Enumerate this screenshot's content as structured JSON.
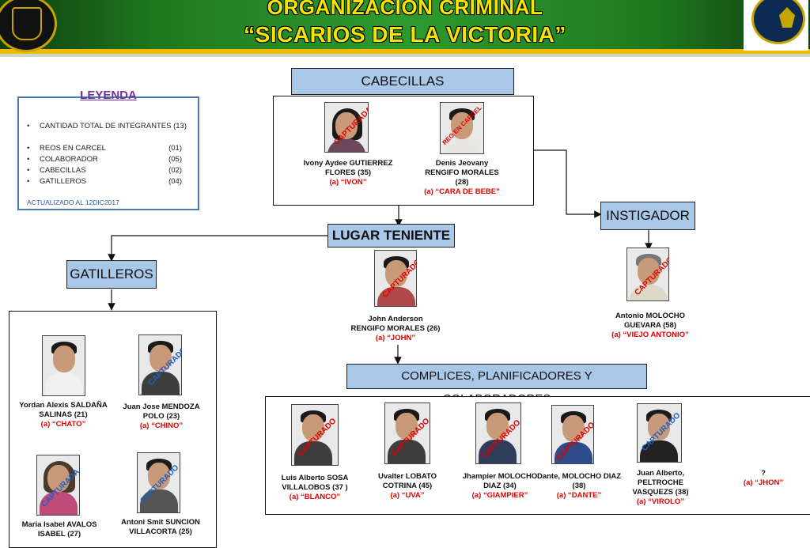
{
  "header": {
    "title_line1": "ORGANIZACION CRIMINAL",
    "title_line2": "“SICARIOS DE LA VICTORIA”"
  },
  "legend": {
    "title": "LEYENDA",
    "bullet": "•",
    "rows": [
      {
        "label": "CANTIDAD TOTAL DE INTEGRANTES (13)",
        "value": ""
      },
      {
        "label": "REOS EN CARCEL",
        "value": "(01)"
      },
      {
        "label": "COLABORADOR",
        "value": "(05)"
      },
      {
        "label": "CABECILLAS",
        "value": "(02)"
      },
      {
        "label": "GATILLEROS",
        "value": "(04)"
      }
    ],
    "updated": "ACTUALIZADO AL 12DIC2017"
  },
  "groups": {
    "cabecillas": "CABECILLAS",
    "lugar_teniente": "LUGAR TENIENTE",
    "instigador": "INSTIGADOR",
    "gatilleros": "GATILLEROS",
    "complices": "COMPLICES, PLANIFICADORES Y COLABORADORES"
  },
  "people": {
    "ivony": {
      "line1": "Ivony Aydee GUTIERREZ",
      "line2": "FLORES (35)",
      "alias": "(a) “IVON”",
      "stamp": "CAPTURADA"
    },
    "denis": {
      "line1": "Denis Jeovany",
      "line2": "RENGIFO MORALES",
      "line3": "(28)",
      "alias": "(a) “CARA DE BEBE”",
      "stamp": "REO EN CARCEL"
    },
    "john": {
      "line1": "John Anderson",
      "line2": "RENGIFO MORALES (26)",
      "alias": "(a) “JOHN”",
      "stamp": "CAPTURADO"
    },
    "antonio": {
      "line1": "Antonio MOLOCHO",
      "line2": "GUEVARA (58)",
      "alias": "(a) “VIEJO ANTONIO”",
      "stamp": "CAPTURADO"
    },
    "yordan": {
      "line1": "Yordan  Alexis SALDAÑA",
      "line2": "SALINAS (21)",
      "alias": "(a)  “CHATO”"
    },
    "juanjose": {
      "line1": "Juan Jose MENDOZA",
      "line2": "POLO (23)",
      "alias": "(a) “CHINO”",
      "stamp": "CAPTURADO"
    },
    "maria": {
      "line1": "Maria Isabel AVALOS",
      "line2": "ISABEL (27)",
      "stamp": "CAPTURADA"
    },
    "antoni": {
      "line1": "Antoni Smit SUNCION",
      "line2": "VILLACORTA (25)",
      "stamp": "CAPTURADO"
    },
    "luis": {
      "line1": "Luis Alberto SOSA",
      "line2": "VILLALOBOS (37 )",
      "alias": "(a) “BLANCO”",
      "stamp": "CAPTURADO"
    },
    "uvalter": {
      "line1": "Uvalter LOBATO",
      "line2": "COTRINA (45)",
      "alias": "(a) “UVA”",
      "stamp": "CAPTURADO"
    },
    "jhampier": {
      "line1": "Jhampier MOLOCHO",
      "line2": "DIAZ (34)",
      "alias": "(a) “GIAMPIER”",
      "stamp": "CAPTURADO"
    },
    "dante": {
      "line1": "Dante, MOLOCHO DIAZ",
      "line2": "(38)",
      "alias": "(a) “DANTE”",
      "stamp": "CAPTURADO"
    },
    "juanalberto": {
      "line1": "Juan Alberto, PELTROCHE",
      "line2": "VASQUEZS (38)",
      "alias": "(a) “VIROLO”",
      "stamp": "CAPTURADO"
    },
    "jhon": {
      "line1": "?",
      "alias": "(a) “JHON”"
    }
  }
}
